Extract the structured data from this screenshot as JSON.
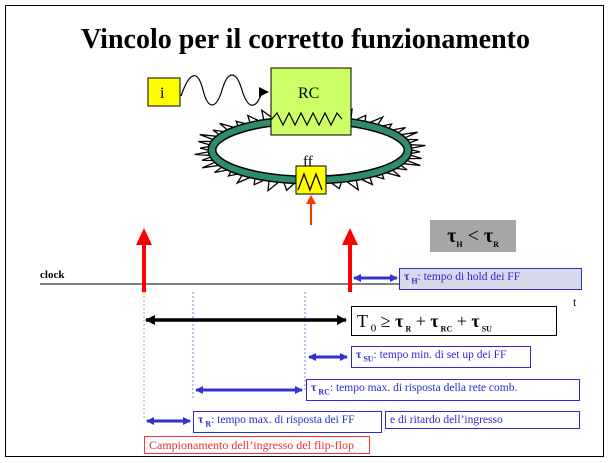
{
  "title": "Vincolo per il corretto funzionamento",
  "diagram": {
    "input_box": "i",
    "rc_box": "RC",
    "ff_label": "ff",
    "clock_label": "clock",
    "time_label": "t",
    "constraint": {
      "left": "τ",
      "left_sub": "H",
      "op": " < ",
      "right": "τ",
      "right_sub": "R"
    },
    "period_formula": {
      "T": "T",
      "T_sub": " 0",
      "ge": " ≥ ",
      "t1": "τ",
      "t1_sub": " R",
      "plus1": " + ",
      "t2": "τ",
      "t2_sub": " RC",
      "plus2": " + ",
      "t3": "τ",
      "t3_sub": " SU"
    },
    "labels": {
      "hold": {
        "sym": "τ",
        "sub": " H",
        "text": ": tempo di hold dei FF"
      },
      "setup": {
        "sym": "τ",
        "sub": " SU",
        "text": ": tempo min. di set up dei FF"
      },
      "rc": {
        "sym": "τ",
        "sub": " RC",
        "text": ": tempo max. di risposta della rete comb."
      },
      "r": {
        "sym": "τ",
        "sub": " R",
        "text": ": tempo max. di risposta dei FF"
      },
      "input_delay": "e di ritardo dell’ingresso",
      "sampling": "Campionamento dell’ingresso del flip-flop"
    },
    "colors": {
      "clock_pulse": "#ff0000",
      "blue_arrow": "#3333cc",
      "box_fill": "#ffff00",
      "rc_fill": "#ccff66",
      "ring": "#2e8b6e",
      "constraint_bg": "#a6a6a6"
    }
  }
}
